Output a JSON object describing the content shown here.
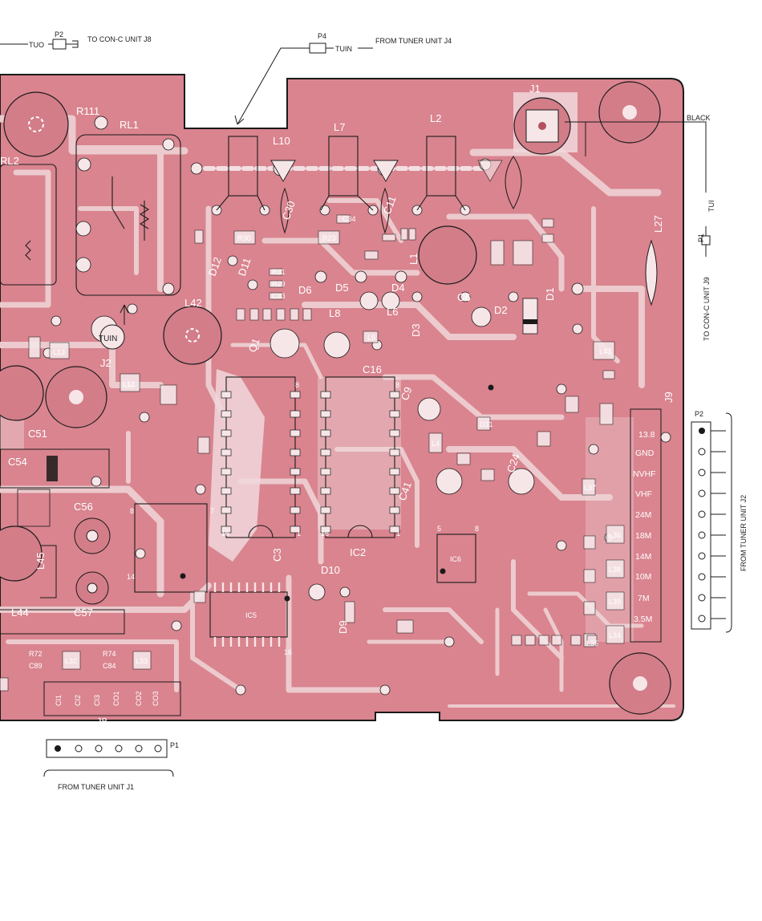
{
  "connectors": {
    "p2_top": {
      "plug": "P2",
      "net": "TUO",
      "text": "TO CON-C UNIT J8"
    },
    "p4_top": {
      "plug": "P4",
      "net": "TUIN",
      "text": "FROM TUNER UNIT J4"
    },
    "p1_right": {
      "plug": "P1",
      "net": "TUI",
      "text": "TO CON-C UNIT J9"
    },
    "black_lead": "BLACK",
    "p2_right": {
      "plug": "P2",
      "text": "FROM TUNER UNIT J2"
    },
    "p1_bottom": {
      "plug": "P1",
      "text": "FROM TUNER UNIT J1"
    }
  },
  "j9": {
    "ref": "J9",
    "pins": [
      "13.8",
      "GND",
      "NVHF",
      "VHF",
      "24M",
      "18M",
      "14M",
      "10M",
      "7M",
      "3.5M"
    ]
  },
  "j8": {
    "ref": "J8",
    "pins": [
      "CI1",
      "CI2",
      "CI3",
      "CO1",
      "CO2",
      "CO3"
    ]
  },
  "components": {
    "large": [
      "R111",
      "RL1",
      "RL2",
      "L10",
      "L7",
      "L2",
      "J1",
      "L27",
      "L42",
      "D12",
      "D11",
      "D6",
      "D5",
      "D4",
      "L8",
      "L6",
      "C6",
      "D2",
      "D1",
      "D3",
      "Q1",
      "C16",
      "C9",
      "C51",
      "C54",
      "C56",
      "C41",
      "C24",
      "IC2",
      "C3",
      "D10",
      "D9",
      "L45",
      "L44",
      "C57",
      "J2",
      "C30",
      "C11",
      "L43",
      "TUIN"
    ],
    "small": [
      "R30",
      "R23",
      "L1",
      "L12",
      "L13",
      "L32",
      "L33",
      "L36",
      "L37",
      "L38",
      "L39",
      "L34",
      "L35",
      "L5",
      "L4",
      "IC5",
      "IC6",
      "R72",
      "R74",
      "C89",
      "C84",
      "D31",
      "R31",
      "R29",
      "C33",
      "C34"
    ]
  },
  "ic_pins": {
    "ic1_top": "8",
    "ic1_bottom": "16",
    "ic1_one": "1",
    "ic2_top": "8",
    "ic2_bottom": "16",
    "ic2_one": "1",
    "ic_left_7": "7",
    "ic_left_8": "8",
    "ic_left_14": "14",
    "ic_mid_16": "16",
    "ic_6_5": "5",
    "ic_6_8": "8"
  },
  "colors": {
    "board": "#d9848f",
    "trace": "#eccacd",
    "pad": "#f6e6e8",
    "outline": "#1a1a1a",
    "label": "#ffffff"
  }
}
